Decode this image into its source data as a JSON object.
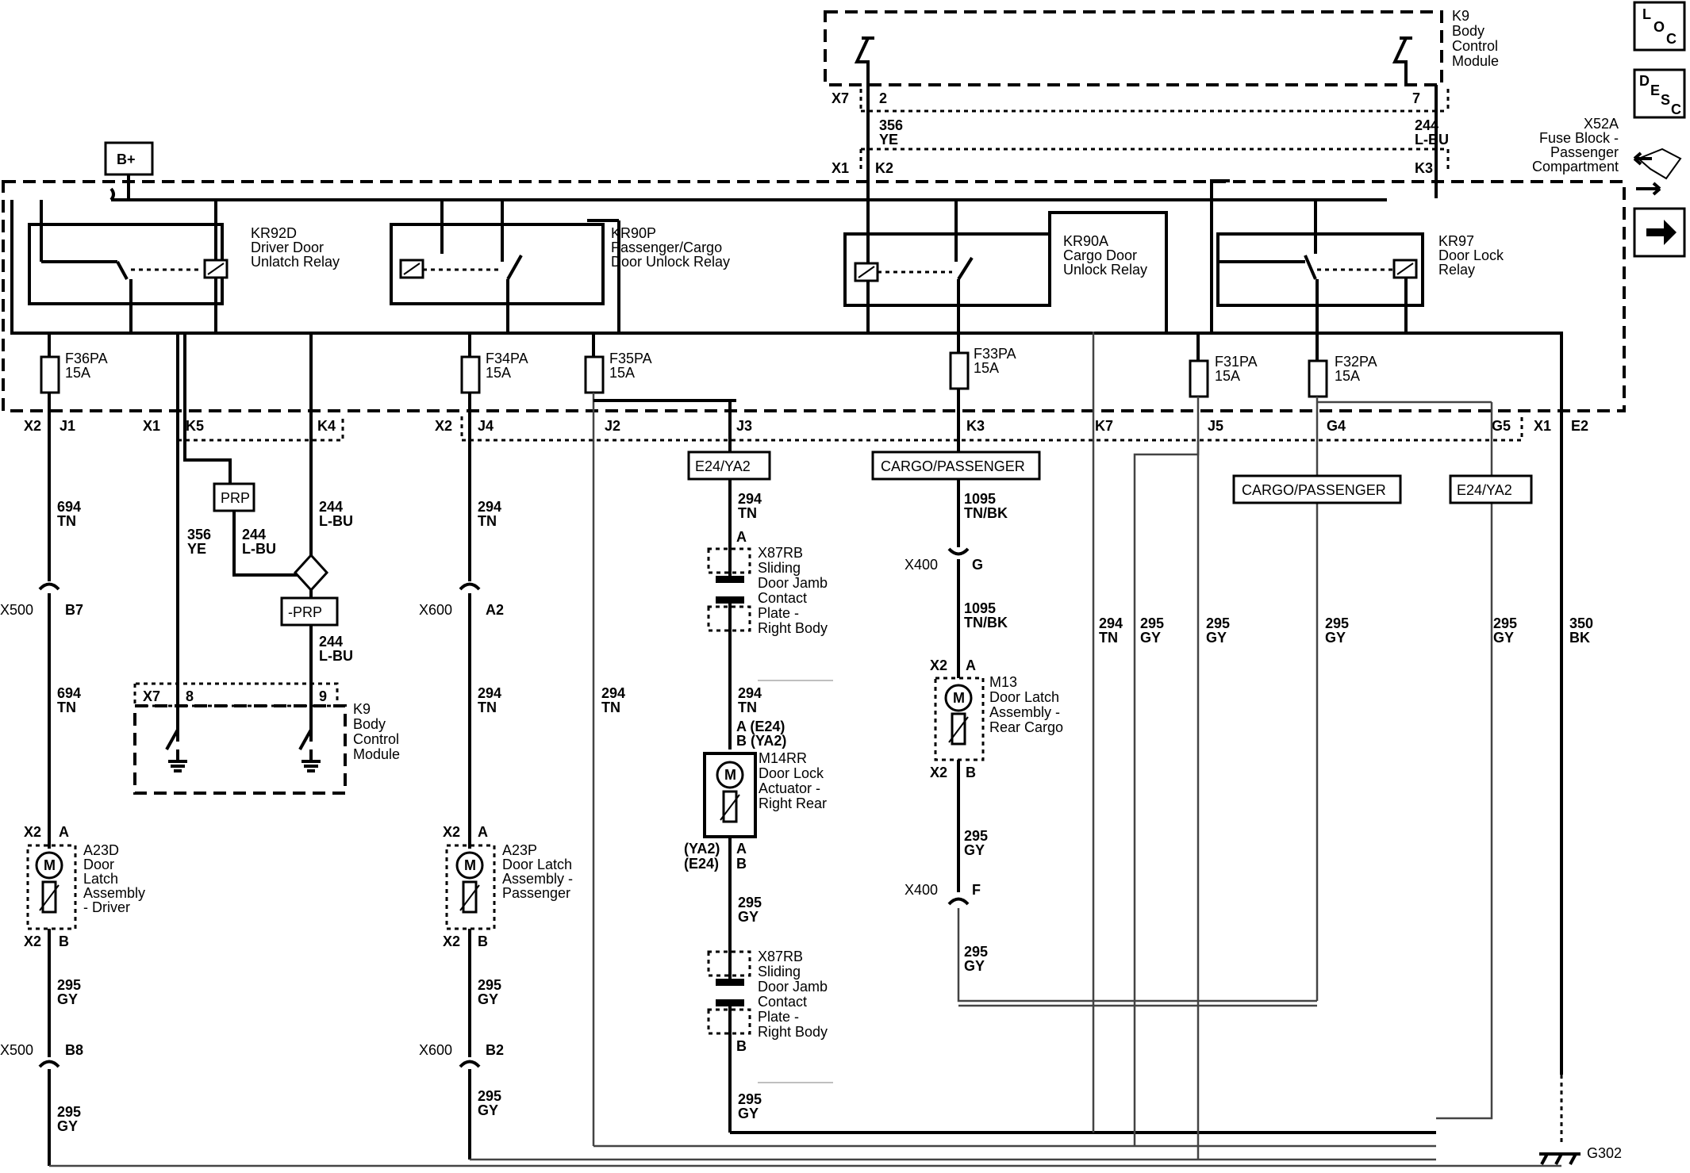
{
  "nav": {
    "loc_icon": "loc-icon",
    "desc_icon": "desc-icon",
    "connector_icon": "connector-icon",
    "next_icon": "arrow-right-icon",
    "loc_l": "L",
    "loc_o": "O",
    "loc_c": "C",
    "desc_d": "D",
    "desc_e": "E",
    "desc_s": "S",
    "desc_c": "C"
  },
  "power": {
    "bplus": "B+"
  },
  "bcm_top": {
    "name": [
      "K9",
      "Body",
      "Control",
      "Module"
    ],
    "conn": "X7",
    "pin_a": "2",
    "pin_b": "7"
  },
  "fuse_block": {
    "name": [
      "X52A",
      "Fuse Block -",
      "Passenger",
      "Compartment"
    ]
  },
  "wires_top": {
    "left_ckt": "356",
    "left_color": "YE",
    "right_ckt": "244",
    "right_color": "L-BU"
  },
  "x1_top": {
    "conn": "X1",
    "pin_a": "K2",
    "pin_b": "K3"
  },
  "relays": {
    "kr92d": [
      "KR92D",
      "Driver Door",
      "Unlatch Relay"
    ],
    "kr90p": [
      "KR90P",
      "Passenger/Cargo",
      "Door Unlock Relay"
    ],
    "kr90a": [
      "KR90A",
      "Cargo Door",
      "Unlock Relay"
    ],
    "kr97": [
      "KR97",
      "Door Lock",
      "Relay"
    ]
  },
  "fuses": {
    "f36": [
      "F36PA",
      "15A"
    ],
    "f34": [
      "F34PA",
      "15A"
    ],
    "f35": [
      "F35PA",
      "15A"
    ],
    "f33": [
      "F33PA",
      "15A"
    ],
    "f31": [
      "F31PA",
      "15A"
    ],
    "f32": [
      "F32PA",
      "15A"
    ]
  },
  "connector_row": {
    "x2a": "X2",
    "j1": "J1",
    "x1a": "X1",
    "k5": "K5",
    "k4": "K4",
    "x2b": "X2",
    "j4": "J4",
    "j2": "J2",
    "j3": "J3",
    "k3": "K3",
    "k7": "K7",
    "j5": "J5",
    "g4": "G4",
    "g5": "G5",
    "x1b": "X1",
    "e2": "E2"
  },
  "options": {
    "e24ya2_a": "E24/YA2",
    "cargo_pass_a": "CARGO/PASSENGER",
    "cargo_pass_b": "CARGO/PASSENGER",
    "e24ya2_b": "E24/YA2",
    "prp": "PRP",
    "nprp": "-PRP"
  },
  "wires": {
    "w694a": [
      "694",
      "TN"
    ],
    "w694b": [
      "694",
      "TN"
    ],
    "w295a": [
      "295",
      "GY"
    ],
    "w295b": [
      "295",
      "GY"
    ],
    "w356": [
      "356",
      "YE"
    ],
    "w244a": [
      "244",
      "L-BU"
    ],
    "w244b": [
      "244",
      "L-BU"
    ],
    "w244c": [
      "244",
      "L-BU"
    ],
    "w294a": [
      "294",
      "TN"
    ],
    "w294b": [
      "294",
      "TN"
    ],
    "w295c": [
      "295",
      "GY"
    ],
    "w295d": [
      "295",
      "GY"
    ],
    "w294c": [
      "294",
      "TN"
    ],
    "w294d": [
      "294",
      "TN"
    ],
    "w294e": [
      "294",
      "TN"
    ],
    "w295e": [
      "295",
      "GY"
    ],
    "w295f": [
      "295",
      "GY"
    ],
    "w1095a": [
      "1095",
      "TN/BK"
    ],
    "w1095b": [
      "1095",
      "TN/BK"
    ],
    "w295g": [
      "295",
      "GY"
    ],
    "w295h": [
      "295",
      "GY"
    ],
    "w294f": [
      "294",
      "TN"
    ],
    "w295i": [
      "295",
      "GY"
    ],
    "w295j": [
      "295",
      "GY"
    ],
    "w295k": [
      "295",
      "GY"
    ],
    "w295l": [
      "295",
      "GY"
    ],
    "w350": [
      "350",
      "BK"
    ]
  },
  "inline": {
    "x500a": "X500",
    "b7": "B7",
    "x500b": "X500",
    "b8": "B8",
    "x600a": "X600",
    "a2": "A2",
    "x600b": "X600",
    "b2": "B2",
    "x400a": "X400",
    "g": "G",
    "x400b": "X400",
    "f": "F"
  },
  "bcm_bottom": {
    "conn": "X7",
    "pin_a": "8",
    "pin_b": "9",
    "name": [
      "K9",
      "Body",
      "Control",
      "Module"
    ]
  },
  "components": {
    "a23d": {
      "name": [
        "A23D",
        "Door",
        "Latch",
        "Assembly",
        "- Driver"
      ],
      "conn_a": "X2",
      "pin_a": "A",
      "conn_b": "X2",
      "pin_b": "B"
    },
    "a23p": {
      "name": [
        "A23P",
        "Door Latch",
        "Assembly -",
        "Passenger"
      ],
      "conn_a": "X2",
      "pin_a": "A",
      "conn_b": "X2",
      "pin_b": "B"
    },
    "m13": {
      "name": [
        "M13",
        "Door Latch",
        "Assembly -",
        "Rear Cargo"
      ],
      "conn_a": "X2",
      "pin_a": "A",
      "conn_b": "X2",
      "pin_b": "B"
    },
    "m14rr": {
      "name": [
        "M14RR",
        "Door Lock",
        "Actuator -",
        "Right Rear"
      ],
      "pin_a": "A (E24)",
      "pin_b": "B (YA2)",
      "pin_c": "(YA2)",
      "pin_c2": "A",
      "pin_d": "(E24)",
      "pin_d2": "B"
    },
    "x87rb_a": {
      "name": [
        "X87RB",
        "Sliding",
        "Door Jamb",
        "Contact",
        "Plate -",
        "Right Body"
      ],
      "pin_top": "A"
    },
    "x87rb_b": {
      "name": [
        "X87RB",
        "Sliding",
        "Door Jamb",
        "Contact",
        "Plate -",
        "Right Body"
      ],
      "pin_bottom": "B"
    }
  },
  "ground": {
    "name": "G302"
  },
  "motor_symbol": "M"
}
